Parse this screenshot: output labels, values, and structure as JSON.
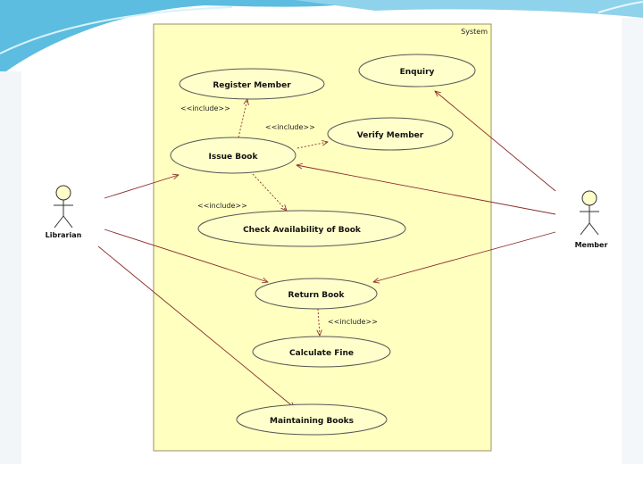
{
  "system": {
    "label": "System"
  },
  "actors": {
    "librarian": {
      "name": "Librarian"
    },
    "member": {
      "name": "Member"
    }
  },
  "use_cases": {
    "register_member": "Register Member",
    "enquiry": "Enquiry",
    "verify_member": "Verify Member",
    "issue_book": "Issue Book",
    "check_availability": "Check Availability of Book",
    "return_book": "Return Book",
    "calculate_fine": "Calculate Fine",
    "maintaining_books": "Maintaining Books"
  },
  "relations": {
    "include_label": "<<include>>"
  },
  "colors": {
    "system_fill": "#ffffc0",
    "system_border": "#9c8f6a",
    "use_case_fill": "#ffffcc",
    "line": "#8b2d2d",
    "slide_accent": "#4fb3d9"
  }
}
